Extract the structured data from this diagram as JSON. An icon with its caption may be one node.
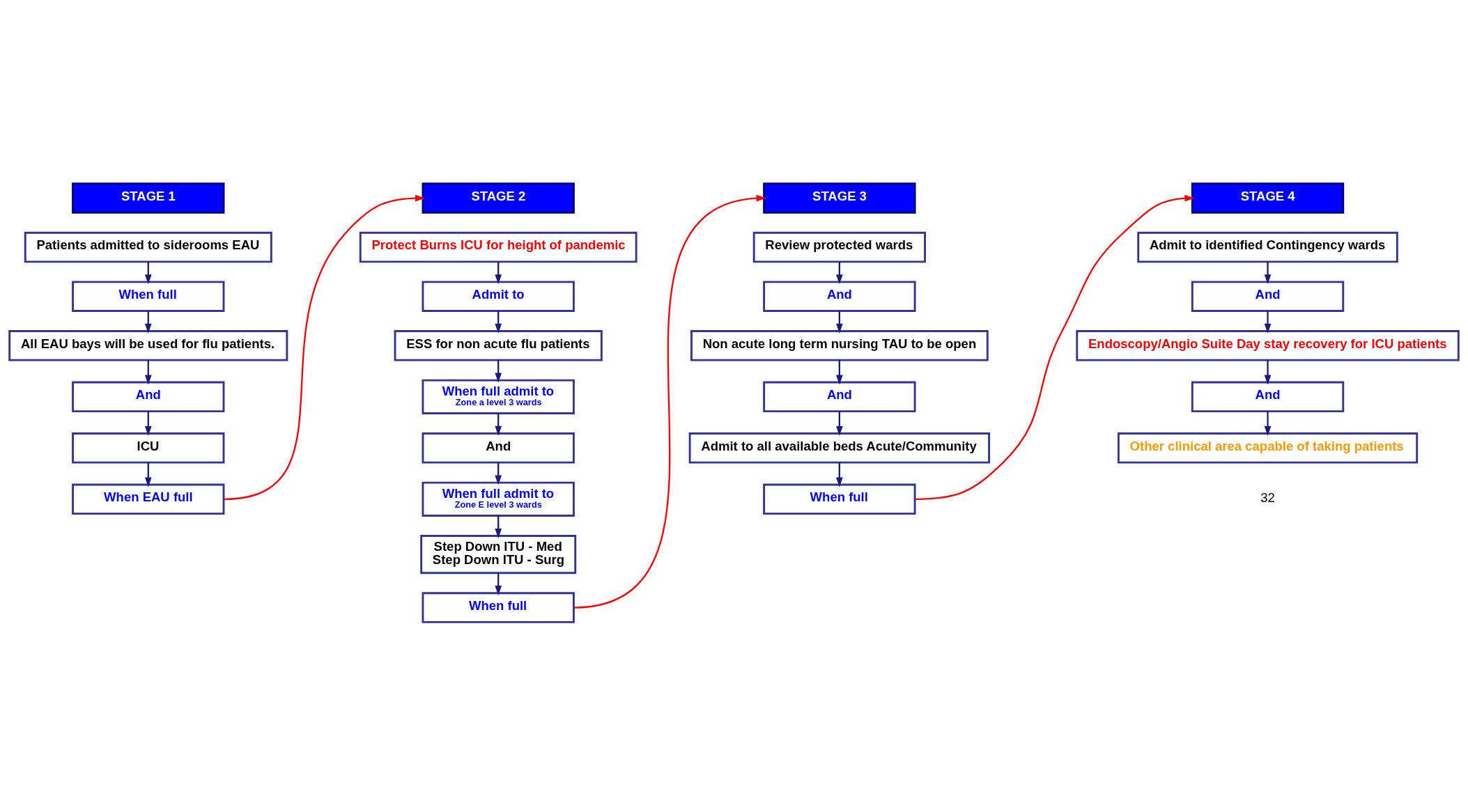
{
  "diagram": {
    "nodes": [
      {
        "text": [
          "STAGE 1"
        ]
      },
      {
        "text": [
          "Patients admitted to siderooms EAU"
        ]
      },
      {
        "text": [
          "When full"
        ]
      },
      {
        "text": [
          "All EAU bays will be used for flu patients."
        ]
      },
      {
        "text": [
          "And"
        ]
      },
      {
        "text": [
          "ICU"
        ]
      },
      {
        "text": [
          "When EAU full"
        ]
      },
      {
        "text": [
          "STAGE 2"
        ]
      },
      {
        "text": [
          "Protect Burns ICU for height of pandemic"
        ]
      },
      {
        "text": [
          "Admit to"
        ]
      },
      {
        "text": [
          "ESS for non acute flu patients"
        ]
      },
      {
        "text": [
          "When full admit to",
          "Zone a level 3 wards"
        ]
      },
      {
        "text": [
          "And"
        ]
      },
      {
        "text": [
          "When full admit to",
          "Zone E level 3 wards"
        ]
      },
      {
        "text": [
          "Step Down ITU - Med",
          "Step Down ITU - Surg"
        ]
      },
      {
        "text": [
          "When full"
        ]
      },
      {
        "text": [
          "STAGE 3"
        ]
      },
      {
        "text": [
          "Review protected wards"
        ]
      },
      {
        "text": [
          "And"
        ]
      },
      {
        "text": [
          "Non acute long term nursing TAU to be open"
        ]
      },
      {
        "text": [
          "And"
        ]
      },
      {
        "text": [
          "Admit to all available beds Acute/Community"
        ]
      },
      {
        "text": [
          "When full"
        ]
      },
      {
        "text": [
          "STAGE 4"
        ]
      },
      {
        "text": [
          "Admit to identified Contingency wards"
        ]
      },
      {
        "text": [
          "And"
        ]
      },
      {
        "text": [
          "Endoscopy/Angio Suite Day stay recovery for ICU patients"
        ]
      },
      {
        "text": [
          "And"
        ]
      },
      {
        "text": [
          "Other clinical area capable of taking patients"
        ]
      }
    ],
    "edges": [
      {
        "from": 1,
        "to": 2,
        "arrow": "to"
      },
      {
        "from": 2,
        "to": 3,
        "arrow": "to"
      },
      {
        "from": 3,
        "to": 4,
        "arrow": "to"
      },
      {
        "from": 4,
        "to": 5,
        "arrow": "to"
      },
      {
        "from": 5,
        "to": 6,
        "arrow": "to"
      },
      {
        "from": 6,
        "to": 7,
        "arrow": "to",
        "color": "#ff0000"
      },
      {
        "from": 8,
        "to": 9,
        "arrow": "to"
      },
      {
        "from": 9,
        "to": 10,
        "arrow": "to"
      },
      {
        "from": 10,
        "to": 11,
        "arrow": "to"
      },
      {
        "from": 11,
        "to": 12,
        "arrow": "to"
      },
      {
        "from": 12,
        "to": 13,
        "arrow": "to"
      },
      {
        "from": 13,
        "to": 14,
        "arrow": "to"
      },
      {
        "from": 14,
        "to": 15,
        "arrow": "to"
      },
      {
        "from": 15,
        "to": 16,
        "arrow": "to",
        "color": "#ff0000"
      },
      {
        "from": 17,
        "to": 18,
        "arrow": "to"
      },
      {
        "from": 18,
        "to": 19,
        "arrow": "to"
      },
      {
        "from": 19,
        "to": 20,
        "arrow": "to"
      },
      {
        "from": 20,
        "to": 21,
        "arrow": "to"
      },
      {
        "from": 21,
        "to": 22,
        "arrow": "to"
      },
      {
        "from": 22,
        "to": 23,
        "arrow": "to",
        "color": "#ff0000"
      },
      {
        "from": 24,
        "to": 25,
        "arrow": "to"
      },
      {
        "from": 25,
        "to": 26,
        "arrow": "to"
      },
      {
        "from": 26,
        "to": 27,
        "arrow": "to"
      },
      {
        "from": 27,
        "to": 28,
        "arrow": "to"
      }
    ],
    "labels": [
      "32"
    ]
  }
}
